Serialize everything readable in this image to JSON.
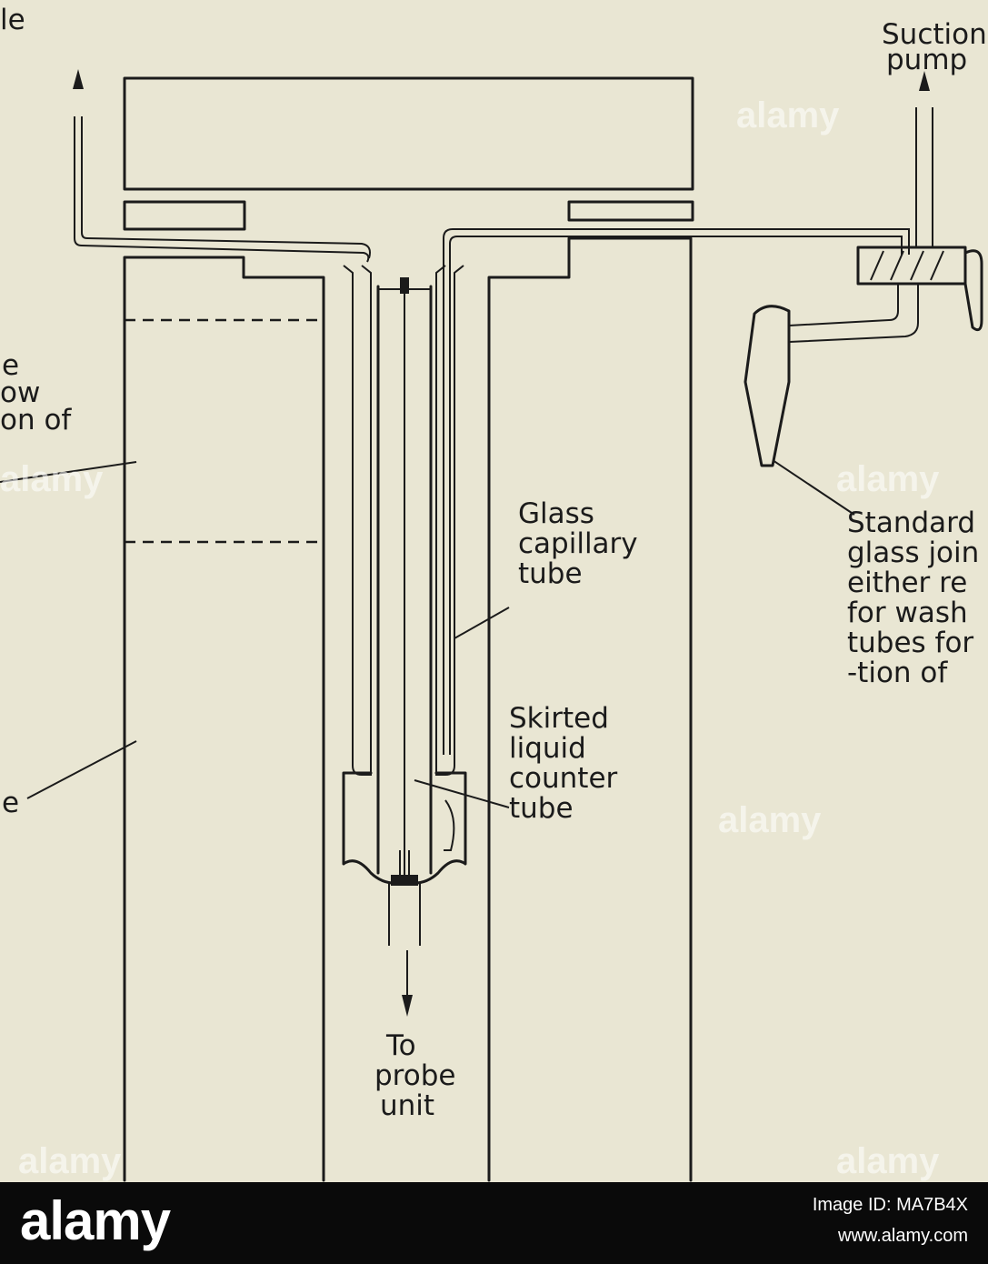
{
  "labels": {
    "top_left_fragment": "le",
    "suction_pump": [
      "Suction",
      "pump"
    ],
    "left_fragment_mid": [
      "e",
      "ow",
      "on of"
    ],
    "left_fragment_low": "e",
    "glass_capillary": [
      "Glass",
      "capillary",
      "tube"
    ],
    "skirted_counter": [
      "Skirted",
      "liquid",
      "counter",
      "tube"
    ],
    "to_probe": [
      "To",
      "probe",
      "unit"
    ],
    "standard_joint": [
      "Standard",
      "glass join",
      "either re",
      "for wash",
      "tubes for",
      "-tion of"
    ]
  },
  "watermark": {
    "text": "alamy"
  },
  "footer": {
    "brand": "alamy",
    "image_id": "Image ID: MA7B4X",
    "site": "www.alamy.com"
  }
}
